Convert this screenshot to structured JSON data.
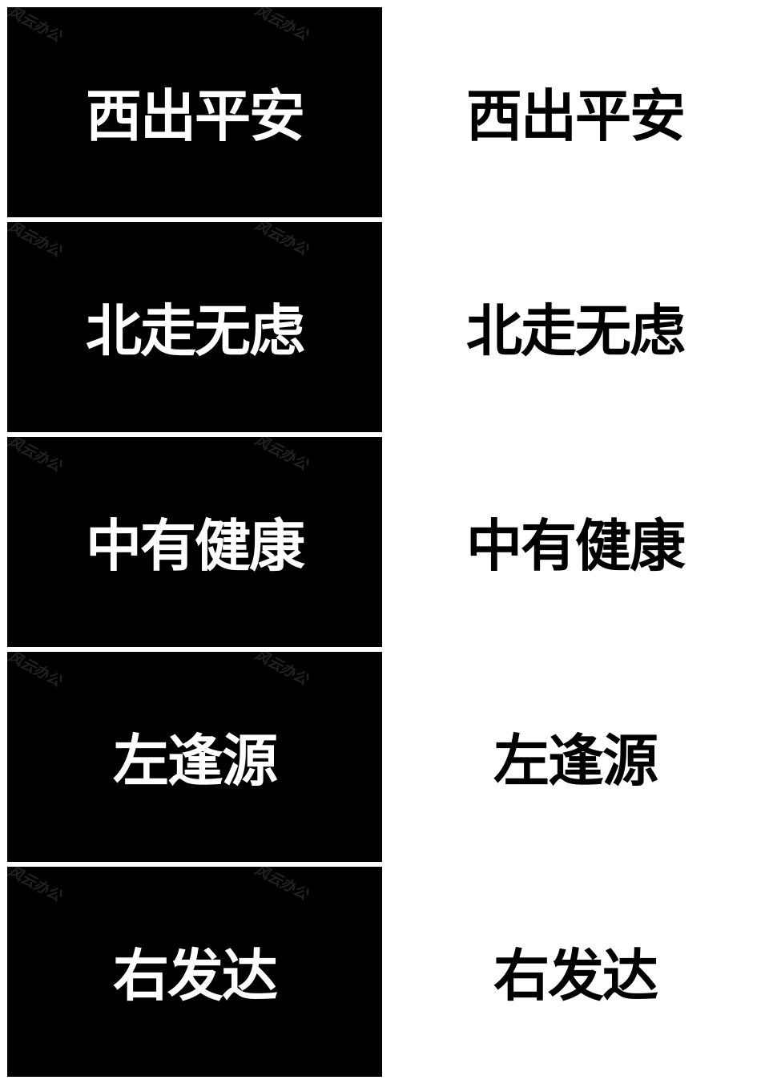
{
  "watermark_text": "风云办公",
  "cards": [
    {
      "text": "西出平安"
    },
    {
      "text": "北走无虑"
    },
    {
      "text": "中有健康"
    },
    {
      "text": "左逢源"
    },
    {
      "text": "右发达"
    }
  ],
  "colors": {
    "black_card": "#000000",
    "white_card": "#ffffff",
    "text_on_black": "#ffffff",
    "text_on_white": "#000000"
  }
}
